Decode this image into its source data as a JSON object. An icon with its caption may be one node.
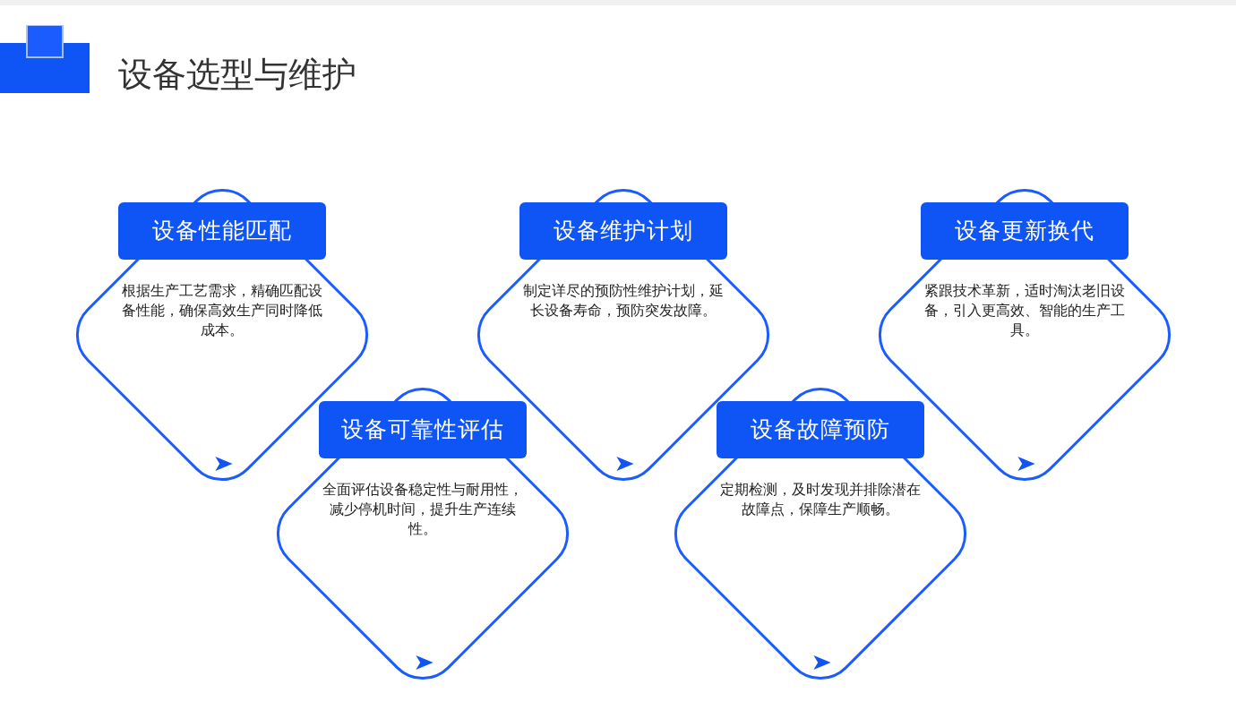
{
  "diagram": {
    "title": "设备选型与维护",
    "nodes": [
      {
        "text": [
          "设备性能匹配",
          "根据生产工艺需求，精确匹配设备性能，确保高效生产同时降低成本。"
        ]
      },
      {
        "text": [
          "设备可靠性评估",
          "全面评估设备稳定性与耐用性，减少停机时间，提升生产连续性。"
        ]
      },
      {
        "text": [
          "设备维护计划",
          "制定详尽的预防性维护计划，延长设备寿命，预防突发故障。"
        ]
      },
      {
        "text": [
          "设备故障预防",
          "定期检测，及时发现并排除潜在故障点，保障生产顺畅。"
        ]
      },
      {
        "text": [
          "设备更新换代",
          "紧跟技术革新，适时淘汰老旧设备，引入更高效、智能的生产工具。"
        ]
      }
    ]
  }
}
